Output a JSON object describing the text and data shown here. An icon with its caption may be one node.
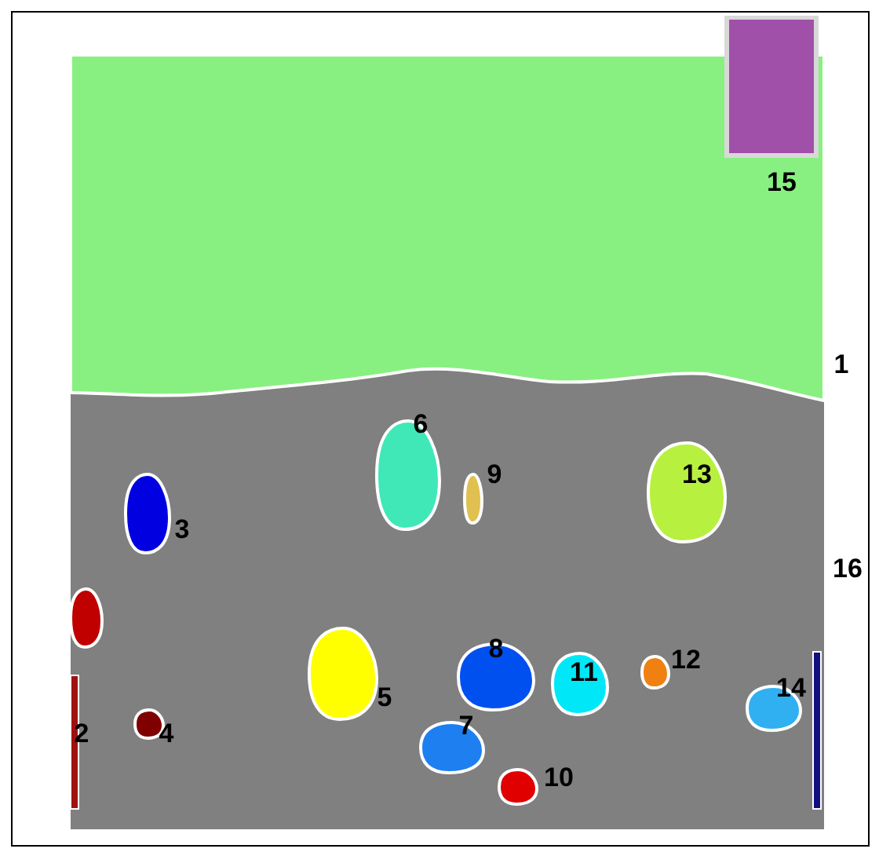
{
  "diagram": {
    "labels": [
      "15",
      "1",
      "6",
      "9",
      "13",
      "3",
      "16",
      "8",
      "12",
      "11",
      "5",
      "14",
      "2",
      "4",
      "7",
      "10"
    ]
  }
}
